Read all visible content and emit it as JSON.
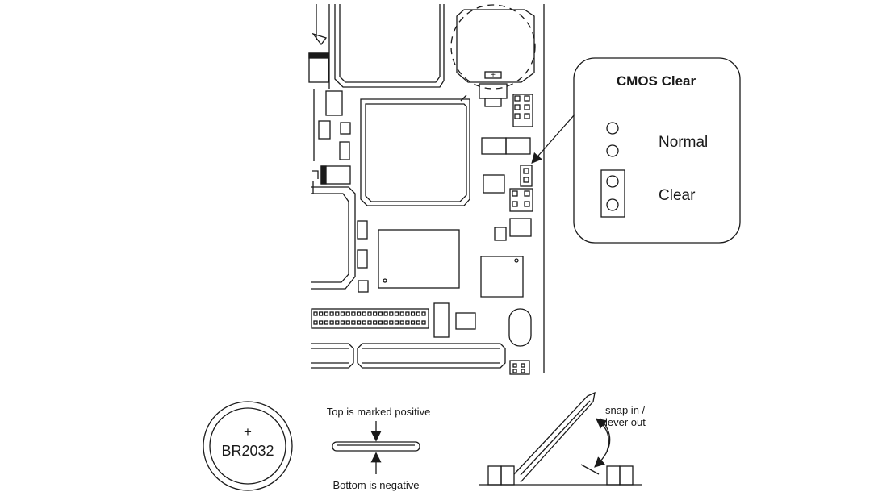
{
  "callout": {
    "title": "CMOS Clear",
    "normal_label": "Normal",
    "clear_label": "Clear"
  },
  "battery": {
    "plus_sign": "+",
    "model": "BR2032",
    "top_note": "Top is marked positive",
    "bottom_note": "Bottom is negative"
  },
  "socket": {
    "instruction_line1": "snap in /",
    "instruction_line2": "lever out"
  },
  "board": {
    "coin_cell_plus": "+"
  }
}
